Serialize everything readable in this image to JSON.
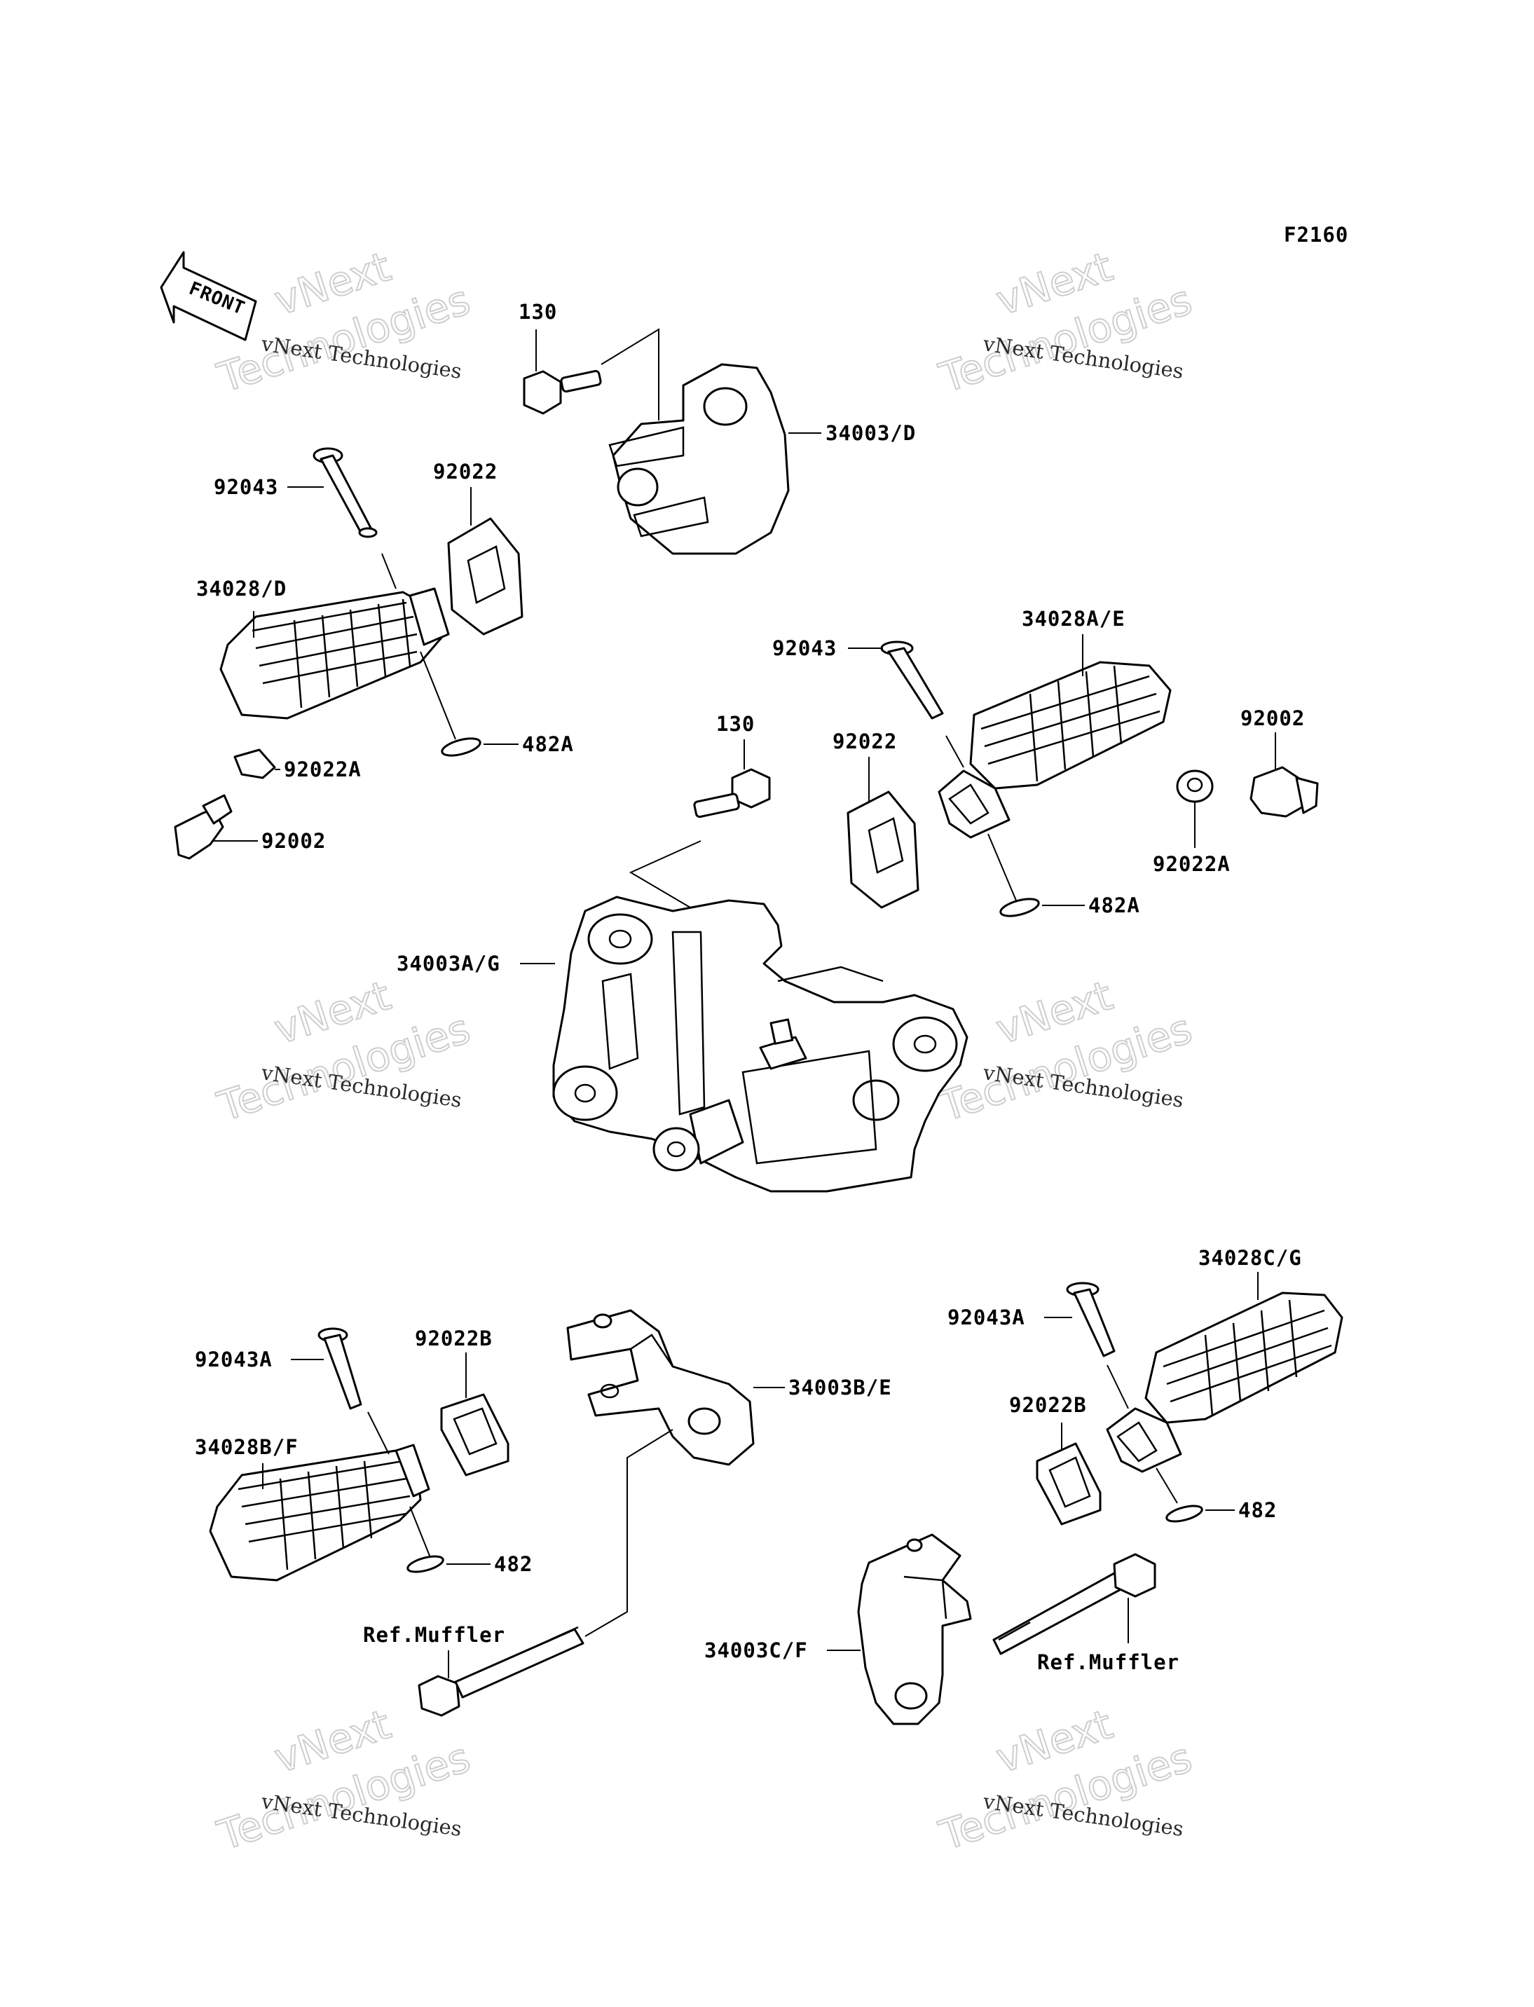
{
  "figure_code": "F2160",
  "front_label": "FRONT",
  "watermark": {
    "line1": "vNext Technologies",
    "big1": "vNext",
    "big2": "Technologies"
  },
  "labels": {
    "bolt_top": "130",
    "bracket_top": "34003/D",
    "pin_left": "92043",
    "washer_left": "92022",
    "peg_left": "34028/D",
    "clip_left": "482A",
    "spacer_left": "92022A",
    "damper_left": "92002",
    "pin_right": "92043",
    "peg_right": "34028A/E",
    "bolt_mid": "130",
    "washer_right": "92022",
    "damper_right": "92002",
    "spacer_right": "92022A",
    "clip_right": "482A",
    "main_bracket": "34003A/G",
    "peg_rear_right": "34028C/G",
    "pin_rear_right": "92043A",
    "pin_rear_left": "92043A",
    "washer_rear_left": "92022B",
    "bracket_rear_left": "34003B/E",
    "washer_rear_right": "92022B",
    "peg_rear_left": "34028B/F",
    "clip_rear_right": "482",
    "clip_rear_left": "482",
    "ref_muffler_left": "Ref.Muffler",
    "bracket_rear_right": "34003C/F",
    "ref_muffler_right": "Ref.Muffler"
  }
}
